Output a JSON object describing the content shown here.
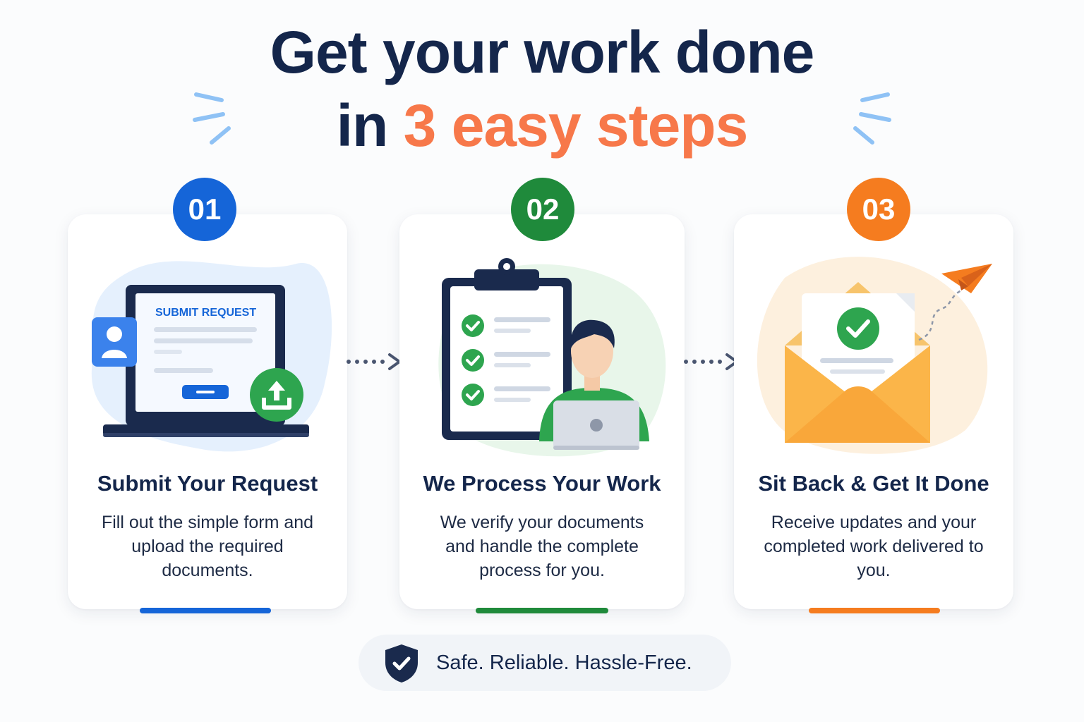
{
  "headline": {
    "line1": "Get your work done",
    "line2_prefix": "in",
    "line2_accent": "3 easy steps"
  },
  "colors": {
    "navy": "#14264b",
    "accent_orange": "#f7784a",
    "step1_blue": "#1565d8",
    "step2_green": "#1f8a3b",
    "step3_orange": "#f57c1f",
    "burst_blue": "#8fc2f5"
  },
  "steps": [
    {
      "number": "01",
      "title": "Submit Your Request",
      "description": "Fill out the simple form and upload the required documents.",
      "illustration": {
        "screen_heading": "SUBMIT REQUEST",
        "icons": [
          "laptop-icon",
          "user-profile-icon",
          "upload-icon"
        ]
      }
    },
    {
      "number": "02",
      "title": "We Process Your Work",
      "description": "We verify your documents and handle the complete process for you.",
      "illustration": {
        "icons": [
          "clipboard-checklist-icon",
          "person-at-laptop-icon"
        ]
      }
    },
    {
      "number": "03",
      "title": "Sit Back & Get It Done",
      "description": "Receive updates and your completed work delivered to you.",
      "illustration": {
        "icons": [
          "envelope-icon",
          "check-circle-icon",
          "paper-plane-icon"
        ]
      }
    }
  ],
  "footer": {
    "text": "Safe. Reliable. Hassle-Free.",
    "icon": "shield-check-icon"
  }
}
